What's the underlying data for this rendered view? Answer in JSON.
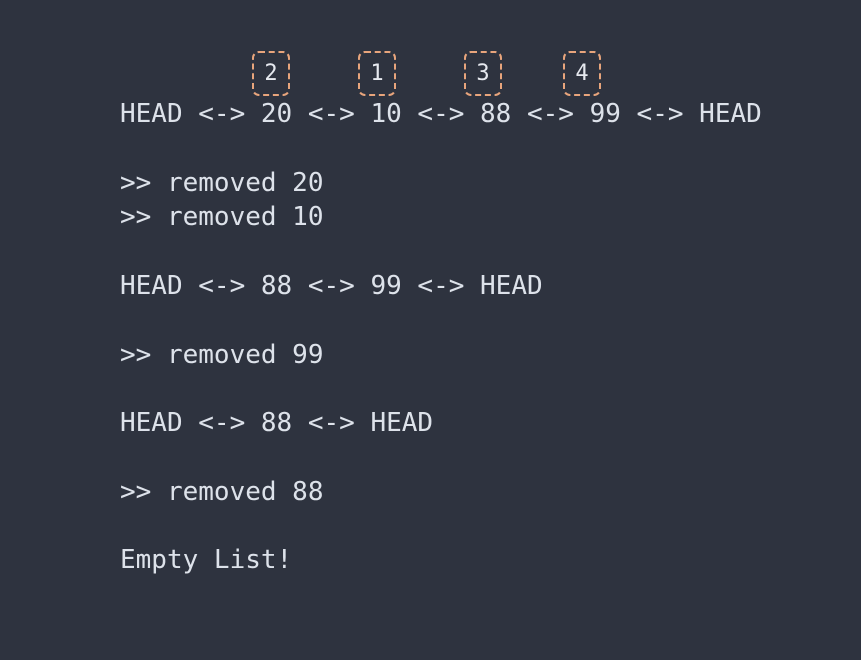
{
  "badges": [
    "2",
    "1",
    "3",
    "4"
  ],
  "lines": [
    "HEAD <-> 20 <-> 10 <-> 88 <-> 99 <-> HEAD",
    ">> removed 20",
    ">> removed 10",
    "HEAD <-> 88 <-> 99 <-> HEAD",
    ">> removed 99",
    "HEAD <-> 88 <-> HEAD",
    ">> removed 88",
    "Empty List!"
  ]
}
